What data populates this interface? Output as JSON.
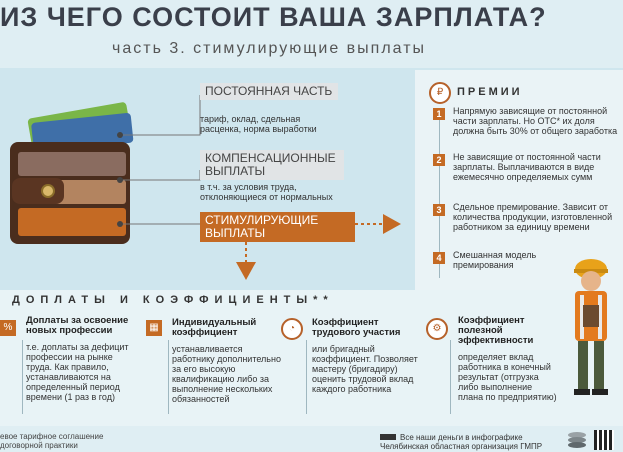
{
  "header": {
    "title": "ИЗ ЧЕГО СОСТОИТ ВАША ЗАРПЛАТА?",
    "subtitle": "часть 3. стимулирующие выплаты"
  },
  "wallet_labels": [
    {
      "title": "ПОСТОЯННАЯ ЧАСТЬ",
      "desc": "тариф, оклад, сдельная расценка, норма выработки"
    },
    {
      "title": "КОМПЕНСАЦИОННЫЕ ВЫПЛАТЫ",
      "desc": "в т.ч. за условия труда, отклоняющиеся от нормальных"
    },
    {
      "title": "СТИМУЛИРУЮЩИЕ ВЫПЛАТЫ",
      "desc": ""
    }
  ],
  "prizes": {
    "title": "ПРЕМИИ",
    "items": [
      {
        "num": "1",
        "text": "Напрямую зависящие от постоянной части зарплаты. Но ОТС* их доля должна быть 30% от общего заработка"
      },
      {
        "num": "2",
        "text": "Не зависящие от постоянной части зарплаты. Выплачиваются в виде ежемесячно определяемых сумм"
      },
      {
        "num": "3",
        "text": "Сдельное премирование. Зависит от количества продукции, изготовленной работником за единицу времени"
      },
      {
        "num": "4",
        "text": "Смешанная модель премирования"
      }
    ]
  },
  "bonus_section": {
    "title": "ДОПЛАТЫ И КОЭФФИЦИЕНТЫ**",
    "items": [
      {
        "icon": "percent-icon",
        "title": "Доплаты за освоение новых профессии",
        "text": "т.е. доплаты за дефицит профессии на рынке труда. Как правило, устанавливаются на определенный период времени (1 раз в год)"
      },
      {
        "icon": "calculator-icon",
        "title": "Индивидуальный коэффициент",
        "text": "устанавливается работнику дополнительно за его высокую квалификацию либо за выполнение нескольких обязанностей"
      },
      {
        "icon": "pie-chart-icon",
        "title": "Коэффициент трудового участия",
        "text": "или бригадный коэффициент. Позволяет мастеру (бригадиру) оценить трудовой вклад каждого работника"
      },
      {
        "icon": "gear-icon",
        "title": "Коэффициент полезной эффективности",
        "text": "определяет вклад работника в конечный результат (отгрузка либо выполнение плана по предприятию)"
      }
    ]
  },
  "footer": {
    "left": "евое тарифное соглашение\nдоговорной практики",
    "right_line1": "Все наши деньги в инфографике",
    "right_line2": "Челябинская областная организация ГМПР"
  },
  "colors": {
    "accent": "#c46a24",
    "bg": "#dfeef3"
  }
}
